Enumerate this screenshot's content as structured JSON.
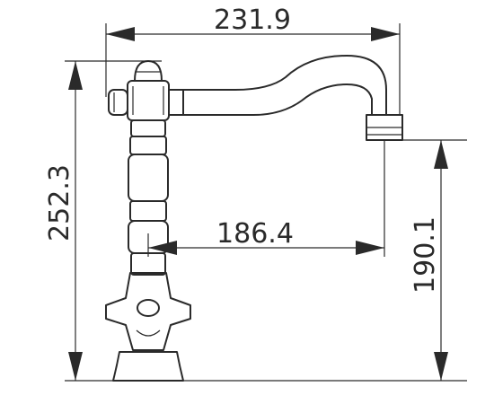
{
  "dimensions": {
    "overall_width": "231.9",
    "overall_height": "252.3",
    "spout_reach": "186.4",
    "spout_height": "190.1"
  },
  "colors": {
    "line": "#2a2a2a",
    "background": "#ffffff"
  }
}
